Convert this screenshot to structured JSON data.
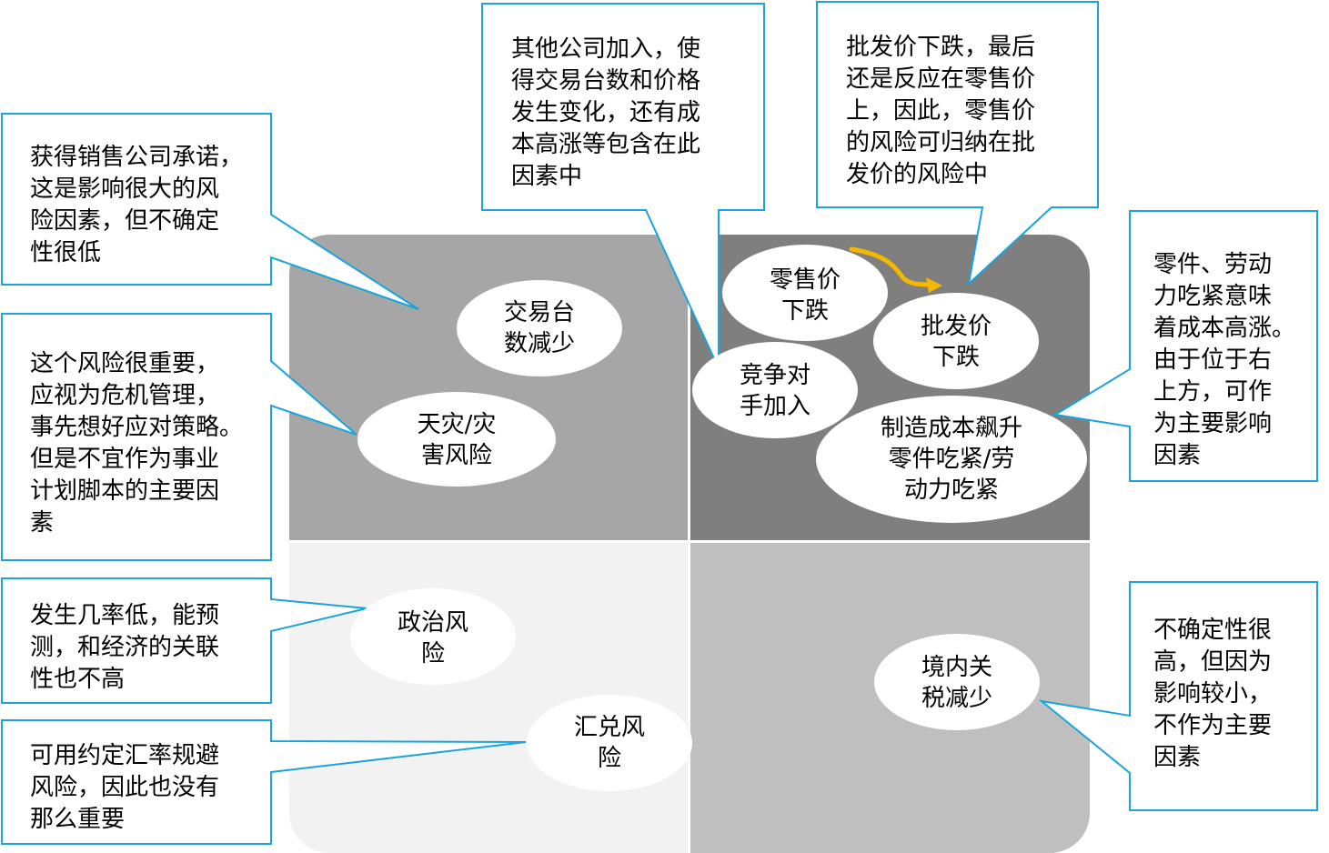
{
  "risks": {
    "trade_volume": "交易台\n数减少",
    "disaster": "天灾/灾\n害风险",
    "retail_price": "零售价\n下跌",
    "wholesale_price": "批发价\n下跌",
    "competitor": "竞争对\n手加入",
    "manufacturing_cost": "制造成本飙升\n零件吃紧/劳\n动力吃紧",
    "political": "政治风\n险",
    "exchange": "汇兑风\n险",
    "tariff": "境内关\n税减少"
  },
  "callouts": {
    "sales_commitment": "获得销售公司承诺，\n这是影响很大的风\n险因素，但不确定\n性很低",
    "other_companies": "其他公司加入，使\n得交易台数和价格\n发生变化，还有成\n本高涨等包含在此\n因素中",
    "wholesale_note": "批发价下跌，最后\n还是反应在零售价\n上，因此，零售价\n的风险可归纳在批\n发价的风险中",
    "crisis": "这个风险很重要，\n应视为危机管理，\n事先想好应对策略。\n但是不宜作为事业\n计划脚本的主要因\n素",
    "parts_labor": "零件、劳动\n力吃紧意味\n着成本高涨。\n由于位于右\n上方，可作\n为主要影响\n因素",
    "low_probability": "发生几率低，能预\n测，和经济的关联\n性也不高",
    "fixed_rate": "可用约定汇率规避\n风险，因此也没有\n那么重要",
    "high_uncertainty": "不确定性很\n高，但因为\n影响较小，\n不作为主要\n因素"
  },
  "colors": {
    "top_left_quadrant": "#a6a6a6",
    "top_right_quadrant": "#7f7f7f",
    "bottom_left_quadrant": "#f2f2f2",
    "bottom_right_quadrant": "#bfbfbf",
    "callout_border": "#1aa3dc",
    "arrow": "#f5b800"
  }
}
